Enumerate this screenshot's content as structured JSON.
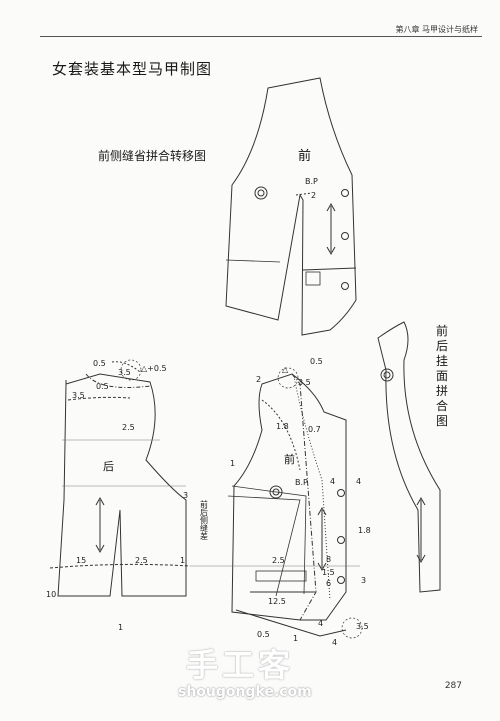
{
  "header": {
    "chapter": "第八章  马甲设计与纸样"
  },
  "title": "女套装基本型马甲制图",
  "subtitle": "前侧缝省拼合转移图",
  "vertical_caption": "前后挂面拼合图",
  "top_front": {
    "label": "前",
    "bp": "B.P",
    "num": "2"
  },
  "back_piece": {
    "label": "后",
    "m_05a": "0.5",
    "m_05b": "0.5",
    "m_35a": "3.5",
    "m_35b": "3.5",
    "m_delta": "△+0.5",
    "m_25": "2.5",
    "m_3": "3",
    "m_15": "15",
    "m_25b": "2.5",
    "m_1": "1",
    "m_10": "10",
    "m_1b": "1"
  },
  "front_piece": {
    "label": "前",
    "m_2": "2",
    "m_delta": "△",
    "m_05": "0.5",
    "m_35": "3.5",
    "m_18a": "1.8",
    "m_07": "0.7",
    "m_1": "1",
    "m_bp": "B.P",
    "m_4a": "4",
    "m_4b": "4",
    "seam_note": "前后侧缝差",
    "m_18b": "1.8",
    "m_25": "2.5",
    "m_8": "8",
    "m_15": "1.5",
    "m_6": "6",
    "m_3": "3",
    "m_125": "12.5",
    "m_4c": "4",
    "m_35b": "3.5",
    "m_05b": "0.5",
    "m_1b": "1",
    "m_4d": "4"
  },
  "page_number": "287",
  "watermark": {
    "main": "手工客",
    "url": "shougongke.com"
  }
}
